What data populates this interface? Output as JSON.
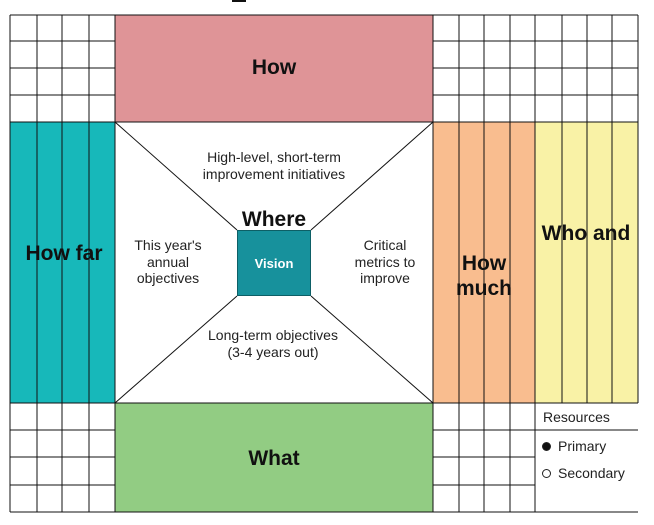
{
  "colors": {
    "how": "#df9497",
    "how_far": "#17b8ba",
    "how_much": "#f9bd8f",
    "who": "#f9f2a6",
    "what": "#92cc83",
    "vision": "#17919c",
    "grid": "#111111"
  },
  "panels": {
    "top_title": "How",
    "left_title": "How far",
    "right_title": "How much",
    "far_right_title": "Who and",
    "bottom_title": "What",
    "center_title": "Where"
  },
  "center": {
    "top_text": "High-level, short-term improvement initiatives",
    "left_text": "This year's annual objectives",
    "right_text": "Critical metrics to improve",
    "bottom_text": "Long-term objectives (3-4 years out)",
    "vision_label": "Vision"
  },
  "legend": {
    "title": "Resources",
    "primary": "Primary",
    "secondary": "Secondary"
  }
}
